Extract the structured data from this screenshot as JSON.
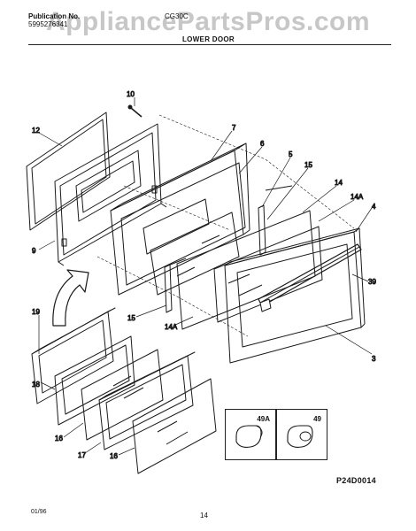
{
  "watermark": "AppliancePartsPros.com",
  "header": {
    "publication_label": "Publication No.",
    "publication_number": "5995276341",
    "model": "CG30C",
    "section_title": "LOWER DOOR"
  },
  "callouts": {
    "c10": "10",
    "c12": "12",
    "c7": "7",
    "c6": "6",
    "c5": "5",
    "c15a": "15",
    "c14": "14",
    "c14a_top": "14A",
    "c4": "4",
    "c9": "9",
    "c39": "39",
    "c15b": "15",
    "c14a_mid": "14A",
    "c3": "3",
    "c19": "19",
    "c18": "18",
    "c16a": "16",
    "c17": "17",
    "c16b": "16"
  },
  "knob_labels": {
    "k49a": "49A",
    "k49": "49"
  },
  "footer": {
    "ref_code": "P24D0014",
    "date": "01/96",
    "page": "14"
  }
}
